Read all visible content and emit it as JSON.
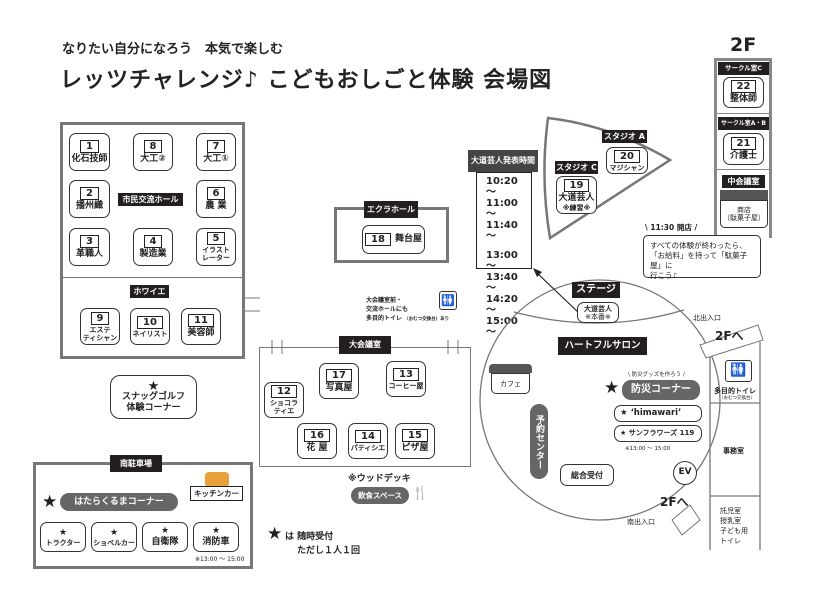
{
  "header": {
    "subtitle": "なりたい自分になろう　本気で楽しむ",
    "title": "レッツチャレンジ♪ こどもおしごと体験 会場図"
  },
  "civic_hall": {
    "label": "市民交流ホール",
    "foyer_label": "ホワイエ",
    "booths": [
      {
        "num": "1",
        "name": "化石技師"
      },
      {
        "num": "8",
        "name": "大工②"
      },
      {
        "num": "7",
        "name": "大工①"
      },
      {
        "num": "2",
        "name": "播州織"
      },
      {
        "num": "6",
        "name": "農 業"
      },
      {
        "num": "3",
        "name": "革職人"
      },
      {
        "num": "4",
        "name": "製造業"
      },
      {
        "num": "5",
        "name": "イラスト",
        "name2": "レーター"
      },
      {
        "num": "9",
        "name": "エステ",
        "name2": "ティシャン"
      },
      {
        "num": "10",
        "name": "ネイリスト"
      },
      {
        "num": "11",
        "name": "美容師"
      }
    ]
  },
  "snag_golf": {
    "star": "★",
    "line1": "スナッグゴルフ",
    "line2": "体験コーナー"
  },
  "parking": {
    "label": "南駐車場",
    "kitchen_car": "キッチンカー",
    "corner": "はたらくるまコーナー",
    "star": "★",
    "vehicles": [
      "トラクター",
      "ショベルカー",
      "自衛隊",
      "消防車"
    ],
    "note": "※13:00 〜 15:00"
  },
  "meeting_room": {
    "label": "大会議室",
    "booths": [
      {
        "num": "12",
        "name": "ショコラ",
        "name2": "ティエ"
      },
      {
        "num": "17",
        "name": "写真屋"
      },
      {
        "num": "13",
        "name": "コーヒー屋"
      },
      {
        "num": "16",
        "name": "花 屋"
      },
      {
        "num": "14",
        "name": "パティシエ"
      },
      {
        "num": "15",
        "name": "ピザ屋"
      }
    ],
    "deck_note": "※ウッドデッキ",
    "eating_space": "飲食スペース"
  },
  "legend": {
    "star": "★",
    "line1": "は 随時受付",
    "line2": "ただし１人１回"
  },
  "ecra_hall": {
    "label": "エクラホール",
    "booth": {
      "num": "18",
      "name": "舞台屋"
    }
  },
  "toilet_note": {
    "line1": "大会議室前・",
    "line2": "交流ホールにも",
    "line3": "多目的トイレ",
    "line3b": "（おむつ交換台）あり"
  },
  "schedule": {
    "header": "大道芸人発表時間",
    "times": [
      "10:20 〜",
      "11:00 〜",
      "11:40 〜",
      "13:00 〜",
      "13:40 〜",
      "14:20 〜",
      "15:00 〜"
    ]
  },
  "studios": {
    "a_label": "スタジオ A",
    "a_booth": {
      "num": "20",
      "name": "マジシャン"
    },
    "c_label": "スタジオ C",
    "c_booth": {
      "num": "19",
      "name": "大道芸人",
      "note": "※練習※"
    }
  },
  "floor2": {
    "title": "2F",
    "circle_c": "サークル室C",
    "booth22": {
      "num": "22",
      "name": "整体師"
    },
    "circle_ab": "サークル室A・B",
    "booth21": {
      "num": "21",
      "name": "介護士"
    },
    "mid_room": "中会議室",
    "shop": "商店",
    "shop2": "（駄菓子屋）"
  },
  "shop_callout": {
    "open": "\\ 11:30 開店 /",
    "line1": "すべての体験が終わったら、",
    "line2": "「お給料」を持って「駄菓子屋」に",
    "line3": "行こう♪"
  },
  "salon": {
    "stage": "ステージ",
    "stage_booth": "大道芸人",
    "stage_note": "※本番※",
    "label": "ハートフルサロン",
    "cafe": "カフェ",
    "reservation": "予約センター",
    "reception": "総合受付",
    "bousai_sub": "\\ 防災グッズを作ろう /",
    "bousai": "防災コーナー",
    "star": "★",
    "himawari": "★ ‘himawari’",
    "sunflowers": "★ サンフラワーズ 119",
    "note": "※13:00 〜 15:00",
    "ev": "EV",
    "north_exit": "北出入口",
    "south_exit": "南出入口",
    "to2f": "2Fへ"
  },
  "side": {
    "toilet": "多目的トイレ",
    "toilet_sub": "（おむつ交換台）",
    "office": "事務室",
    "nursery": [
      "託児室",
      "授乳室",
      "子ども用",
      "トイレ"
    ]
  }
}
